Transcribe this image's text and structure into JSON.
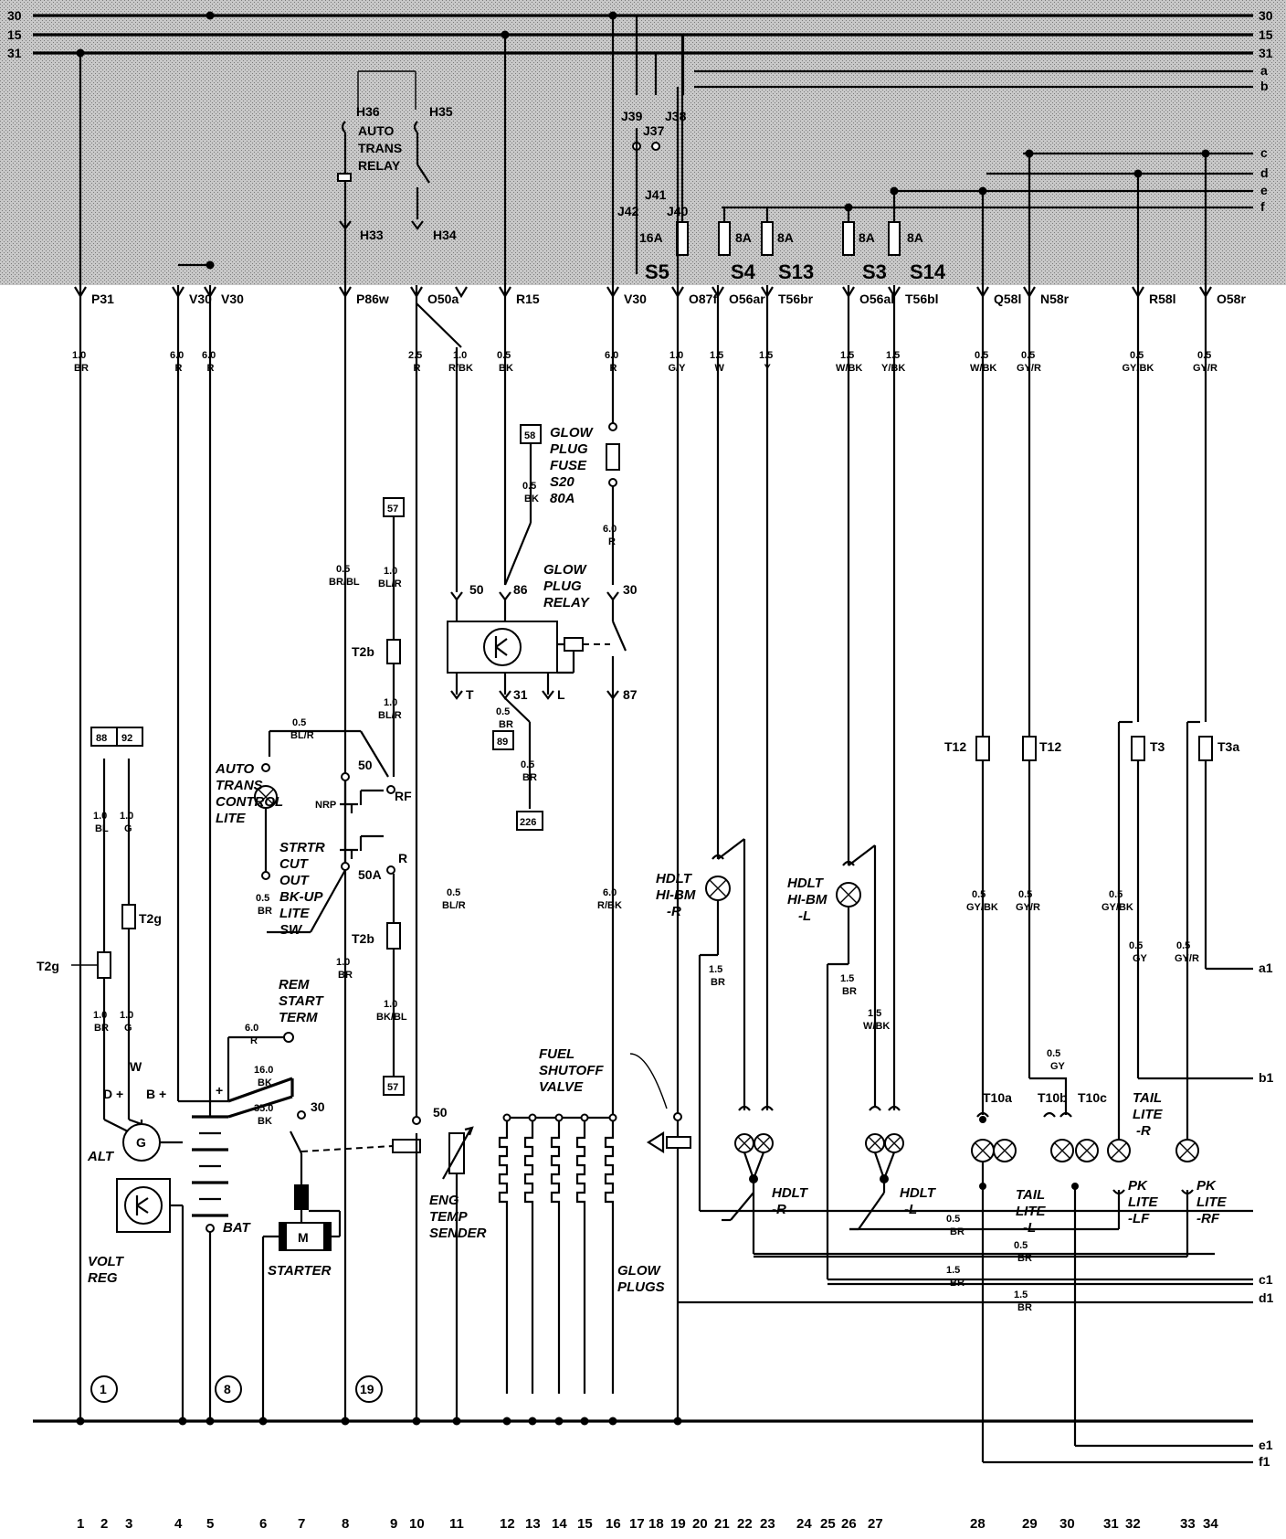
{
  "bus": {
    "left": [
      "30",
      "15",
      "31"
    ],
    "right": [
      "30",
      "15",
      "31",
      "a",
      "b",
      "c",
      "d",
      "e",
      "f"
    ]
  },
  "relay": {
    "top_left": "H36",
    "top_right": "H35",
    "title": [
      "AUTO",
      "TRANS",
      "RELAY"
    ],
    "bottom_left": "H33",
    "bottom_right": "H34"
  },
  "connectors": {
    "j39": "J39",
    "j38": "J38",
    "j37": "J37",
    "j41": "J41",
    "j42": "J42",
    "j40": "J40"
  },
  "fuses": [
    {
      "rating": "16A",
      "name": "S5"
    },
    {
      "rating": "8A",
      "name": "S4"
    },
    {
      "rating": "8A",
      "name": "S13"
    },
    {
      "rating": "8A",
      "name": "S3"
    },
    {
      "rating": "8A",
      "name": "S14"
    }
  ],
  "terminals": [
    {
      "label": "P31",
      "size": "1.0",
      "color": "BR"
    },
    {
      "label": "V30",
      "size": "6.0",
      "color": "R"
    },
    {
      "label": "V30",
      "size": "6.0",
      "color": "R"
    },
    {
      "label": "P86w",
      "size": "",
      "color": ""
    },
    {
      "label": "O50a",
      "size": "2.5",
      "color": "R"
    },
    {
      "label": "",
      "size": "1.0",
      "color": "R/BK"
    },
    {
      "label": "R15",
      "size": "0.5",
      "color": "BK"
    },
    {
      "label": "V30",
      "size": "6.0",
      "color": "R"
    },
    {
      "label": "O87f",
      "size": "1.0",
      "color": "G/Y"
    },
    {
      "label": "O56ar",
      "size": "1.5",
      "color": "W"
    },
    {
      "label": "T56br",
      "size": "1.5",
      "color": "Y"
    },
    {
      "label": "O56al",
      "size": "1.5",
      "color": "W/BK"
    },
    {
      "label": "T56bl",
      "size": "1.5",
      "color": "Y/BK"
    },
    {
      "label": "Q58l",
      "size": "0.5",
      "color": "W/BK"
    },
    {
      "label": "N58r",
      "size": "0.5",
      "color": "GY/R"
    },
    {
      "label": "R58l",
      "size": "0.5",
      "color": "GY/BK"
    },
    {
      "label": "O58r",
      "size": "0.5",
      "color": "GY/R"
    }
  ],
  "wires": {
    "glow_fuse_out": {
      "size": "6.0",
      "color": "R"
    },
    "glow_relay_86": {
      "size": "0.5",
      "color": "BK"
    },
    "glow_relay_31": {
      "size": "0.5",
      "color": "BR"
    },
    "glow_ground": {
      "size": "0.5",
      "color": "BR"
    },
    "relay_out": {
      "size": "0.5",
      "color": "BR/BL"
    },
    "trans_57": {
      "size": "1.0",
      "color": "BL/R"
    },
    "trans_57b": {
      "size": "1.0",
      "color": "BL/R"
    },
    "lite_feed": {
      "size": "0.5",
      "color": "BL/R"
    },
    "lite_ground": {
      "size": "0.5",
      "color": "BR"
    },
    "sw_ground": {
      "size": "1.0",
      "color": "BR"
    },
    "sw_r": {
      "size": "1.0",
      "color": "BK/BL"
    },
    "temp": {
      "size": "0.5",
      "color": "BL/R"
    },
    "glow_plug": {
      "size": "6.0",
      "color": "R/BK"
    },
    "alt_bl": {
      "size": "1.0",
      "color": "BL"
    },
    "alt_g": {
      "size": "1.0",
      "color": "G"
    },
    "alt_br": {
      "size": "1.0",
      "color": "BR"
    },
    "alt_g2": {
      "size": "1.0",
      "color": "G"
    },
    "rem_start": {
      "size": "6.0",
      "color": "R"
    },
    "bat_starter": {
      "size": "16.0",
      "color": "BK"
    },
    "bat_starter2": {
      "size": "35.0",
      "color": "BK"
    },
    "hdlt_r": {
      "size": "1.5",
      "color": "BR"
    },
    "hdlt_l": {
      "size": "1.5",
      "color": "BR"
    },
    "hdlt_l2": {
      "size": "1.5",
      "color": "W/BK"
    },
    "t12_1": {
      "size": "0.5",
      "color": "GY/BK"
    },
    "t12_2": {
      "size": "0.5",
      "color": "GY/R"
    },
    "t3_1": {
      "size": "0.5",
      "color": "GY/BK"
    },
    "t3_2": {
      "size": "0.5",
      "color": "GY"
    },
    "t3a": {
      "size": "0.5",
      "color": "GY/R"
    },
    "t10b": {
      "size": "0.5",
      "color": "GY"
    },
    "c1": {
      "size": "1.5",
      "color": "BR"
    },
    "d1": {
      "size": "1.5",
      "color": "BR"
    },
    "gnd_a": {
      "size": "0.5",
      "color": "BR"
    },
    "gnd_b": {
      "size": "0.5",
      "color": "BR"
    }
  },
  "labels": {
    "glow_fuse": [
      "GLOW",
      "PLUG",
      "FUSE",
      "S20",
      "80A"
    ],
    "glow_relay": [
      "GLOW",
      "PLUG",
      "RELAY"
    ],
    "auto_trans_lite": [
      "AUTO",
      "TRANS",
      "CONTROL",
      "LITE"
    ],
    "strtr_sw": [
      "STRTR",
      "CUT",
      "OUT",
      "BK-UP",
      "LITE",
      "SW"
    ],
    "rem_start": [
      "REM",
      "START",
      "TERM"
    ],
    "fuel_shutoff": [
      "FUEL",
      "SHUTOFF",
      "VALVE"
    ],
    "eng_temp": [
      "ENG",
      "TEMP",
      "SENDER"
    ],
    "glow_plugs": [
      "GLOW",
      "PLUGS"
    ],
    "hdlt_hi_r": [
      "HDLT",
      "HI-BM",
      "-R"
    ],
    "hdlt_hi_l": [
      "HDLT",
      "HI-BM",
      "-L"
    ],
    "hdlt_r": [
      "HDLT",
      "-R"
    ],
    "hdlt_l": [
      "HDLT",
      "-L"
    ],
    "tail_r": [
      "TAIL",
      "LITE",
      "-R"
    ],
    "tail_l": [
      "TAIL",
      "LITE",
      "-L"
    ],
    "pk_lf": [
      "PK",
      "LITE",
      "-LF"
    ],
    "pk_rf": [
      "PK",
      "LITE",
      "-RF"
    ],
    "alt": "ALT",
    "volt_reg": [
      "VOLT",
      "REG"
    ],
    "bat": "BAT",
    "starter": "STARTER",
    "m": "M",
    "g": "G",
    "w": "W",
    "d_plus": "D +",
    "b_plus": "B +",
    "plus": "+"
  },
  "pins": {
    "r50": "50",
    "r86": "86",
    "r30": "30",
    "rT": "T",
    "r31": "31",
    "rL": "L",
    "r87": "87",
    "sw50": "50",
    "nrp": "NRP",
    "rf": "RF",
    "sw50a": "50A",
    "swR": "R",
    "st30": "30",
    "ts50": "50"
  },
  "boxes": {
    "b58": "58",
    "b57a": "57",
    "b89": "89",
    "b226": "226",
    "b88": "88",
    "b92": "92",
    "b57b": "57"
  },
  "conn_labels": {
    "t2b_top": "T2b",
    "t2b_bot": "T2b",
    "t2g_a": "T2g",
    "t2g_b": "T2g",
    "t12a": "T12",
    "t12b": "T12",
    "t3": "T3",
    "t3a": "T3a",
    "t10a": "T10a",
    "t10b": "T10b",
    "t10c": "T10c"
  },
  "outputs": [
    "a1",
    "b1",
    "c1",
    "d1",
    "e1",
    "f1"
  ],
  "circles": [
    "1",
    "8",
    "19"
  ],
  "grid_numbers": [
    "1",
    "2",
    "3",
    "4",
    "5",
    "6",
    "7",
    "8",
    "9",
    "10",
    "11",
    "12",
    "13",
    "14",
    "15",
    "16",
    "17",
    "18",
    "19",
    "20",
    "21",
    "22",
    "23",
    "24",
    "25",
    "26",
    "27",
    "28",
    "29",
    "30",
    "31",
    "32",
    "33",
    "34"
  ]
}
